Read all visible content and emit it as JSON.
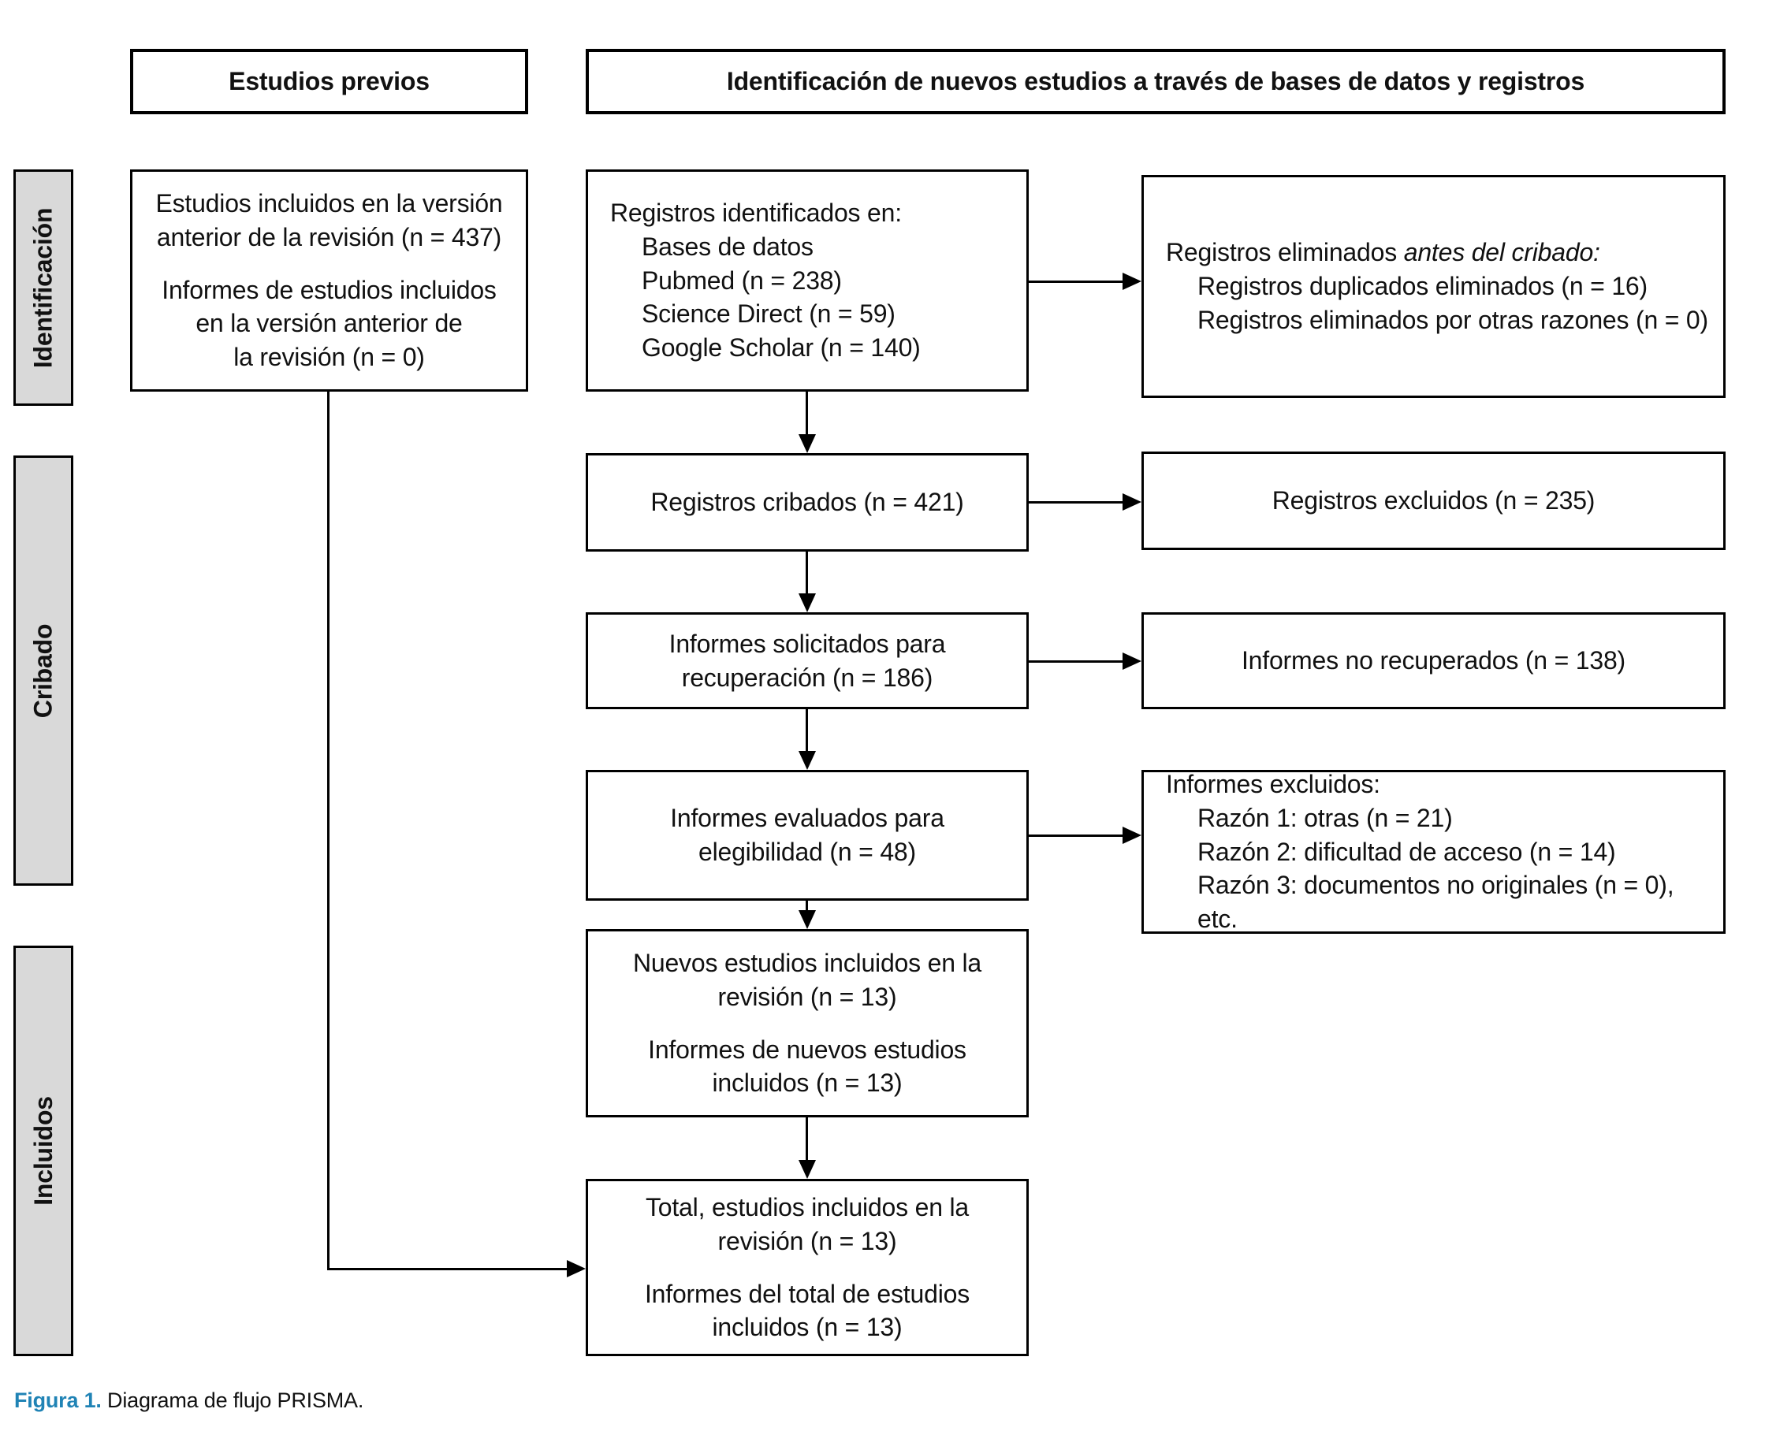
{
  "headers": {
    "previous_studies": "Estudios previos",
    "new_studies": "Identificación de nuevos estudios a través de bases de datos y registros"
  },
  "sidebar": {
    "identification": "Identificación",
    "screening": "Cribado",
    "included": "Incluidos"
  },
  "boxes": {
    "previous_version": {
      "p1": "Estudios incluidos en la versión\nanterior de la revisión (n = 437)",
      "p2": "Informes de estudios incluidos\nen la versión anterior de\nla revisión (n = 0)"
    },
    "records_identified": {
      "title": "Registros identificados en:",
      "items": "Bases de datos\nPubmed (n = 238)\nScience Direct (n = 59)\nGoogle Scholar (n = 140)"
    },
    "records_removed": {
      "intro": "Registros eliminados ",
      "emphasis": "antes del cribado:",
      "items": "Registros duplicados eliminados (n = 16)\nRegistros eliminados por otras razones (n = 0)"
    },
    "records_screened": {
      "text": "Registros cribados (n = 421)"
    },
    "records_excluded": {
      "text": "Registros excluidos (n = 235)"
    },
    "reports_sought": {
      "text": "Informes solicitados para\nrecuperación (n = 186)"
    },
    "reports_not_retrieved": {
      "text": "Informes no recuperados (n = 138)"
    },
    "reports_assessed": {
      "text": "Informes evaluados para\nelegibilidad (n = 48)"
    },
    "reports_excluded": {
      "title": "Informes excluidos:",
      "items": "Razón 1: otras (n = 21)\nRazón 2: dificultad de acceso (n = 14)\nRazón 3: documentos no originales (n = 0), etc."
    },
    "new_included": {
      "p1": "Nuevos estudios incluidos en la\nrevisión (n = 13)",
      "p2": "Informes de nuevos estudios\nincluidos (n = 13)"
    },
    "total_included": {
      "p1": "Total, estudios incluidos en la\nrevisión (n = 13)",
      "p2": "Informes del total de estudios\nincluidos (n = 13)"
    }
  },
  "caption": {
    "label": "Figura 1.",
    "text": " Diagrama de flujo PRISMA."
  },
  "colors": {
    "caption_accent": "#2083b5",
    "sidebar_fill": "#d9d9d9",
    "line": "#000000"
  }
}
